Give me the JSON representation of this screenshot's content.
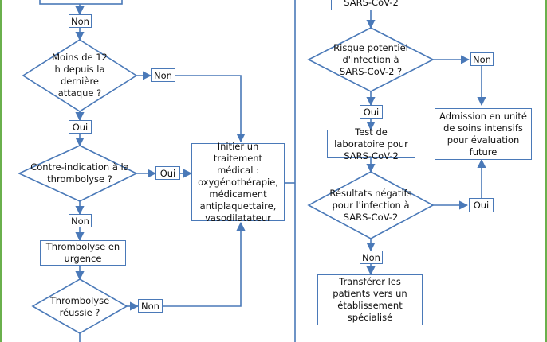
{
  "left": {
    "lbl_non_1": "Non",
    "d_moins12h": "Moins de 12 h depuis la dernière attaque ?",
    "lbl_non_2": "Non",
    "lbl_oui_1": "Oui",
    "d_contre": "Contre-indication à la thrombolyse ?",
    "lbl_oui_2": "Oui",
    "lbl_non_3": "Non",
    "b_thrombolyse": "Thrombolyse en urgence",
    "d_reussie": "Thrombolyse réussie ?",
    "lbl_non_4": "Non"
  },
  "center": {
    "b_initier": "Initier un traitement médical : oxygénothérapie, médicament antiplaquettaire, vasodilatateur"
  },
  "right": {
    "b_sars_top": "SARS-CoV-2",
    "d_risque": "Risque potentiel d'infection à SARS-CoV-2 ?",
    "lbl_non_5": "Non",
    "lbl_oui_3": "Oui",
    "b_test": "Test de laboratoire pour SARS-CoV-2",
    "b_admission": "Admission en unité de soins intensifs pour évaluation future",
    "d_resultats": "Résultats négatifs pour l'infection à SARS-CoV-2",
    "lbl_oui_4": "Oui",
    "lbl_non_6": "Non",
    "b_transferer": "Transférer les patients vers un établissement spécialisé"
  },
  "colors": {
    "stroke": "#4a79b8",
    "frame": "#6ab04c"
  }
}
